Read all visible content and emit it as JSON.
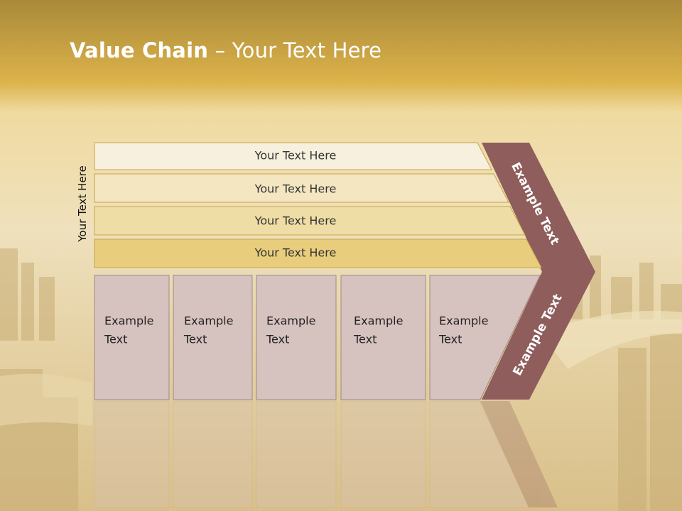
{
  "slide": {
    "title_bold": "Value Chain",
    "title_rest": " – Your Text Here",
    "side_label": "Your Text Here"
  },
  "bars": [
    {
      "label": "Your Text Here",
      "color": "#f7f0de"
    },
    {
      "label": "Your Text Here",
      "color": "#f3e6c0"
    },
    {
      "label": "Your Text Here",
      "color": "#efdda6"
    },
    {
      "label": "Your Text Here",
      "color": "#e8cd7c"
    }
  ],
  "boxes": [
    {
      "line1": "Example",
      "line2": "Text"
    },
    {
      "line1": "Example",
      "line2": "Text"
    },
    {
      "line1": "Example",
      "line2": "Text"
    },
    {
      "line1": "Example",
      "line2": "Text"
    },
    {
      "line1": "Example",
      "line2": "Text"
    }
  ],
  "arrow": {
    "top_label": "Example Text",
    "bottom_label": "Example Text",
    "color": "#8e5d5c"
  },
  "colors": {
    "box_fill": "#d6c2bf",
    "header_gold": "#d7ad3c"
  }
}
